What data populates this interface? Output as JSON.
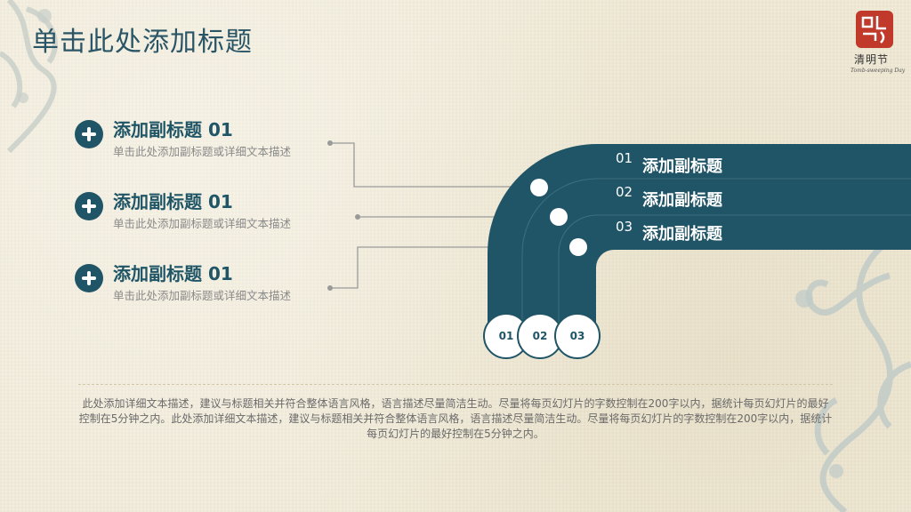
{
  "title": "单击此处添加标题",
  "logo": {
    "name": "清明节",
    "subtitle": "Tomb-sweeping Day"
  },
  "items": [
    {
      "title": "添加副标题 01",
      "desc": "单击此处添加副标题或详细文本描述"
    },
    {
      "title": "添加副标题 01",
      "desc": "单击此处添加副标题或详细文本描述"
    },
    {
      "title": "添加副标题 01",
      "desc": "单击此处添加副标题或详细文本描述"
    }
  ],
  "bands": [
    {
      "num": "01",
      "label": "添加副标题"
    },
    {
      "num": "02",
      "label": "添加副标题"
    },
    {
      "num": "03",
      "label": "添加副标题"
    }
  ],
  "bottom_nums": [
    "01",
    "02",
    "03"
  ],
  "body": "此处添加详细文本描述，建议与标题相关并符合整体语言风格，语言描述尽量简洁生动。尽量将每页幻灯片的字数控制在200字以内，据统计每页幻灯片的最好控制在5分钟之内。此处添加详细文本描述，建议与标题相关并符合整体语言风格，语言描述尽量简洁生动。尽量将每页幻灯片的字数控制在200字以内，据统计每页幻灯片的最好控制在5分钟之内。",
  "colors": {
    "primary": "#1f5566",
    "accent": "#c0392b",
    "background": "#f2ecd9"
  }
}
